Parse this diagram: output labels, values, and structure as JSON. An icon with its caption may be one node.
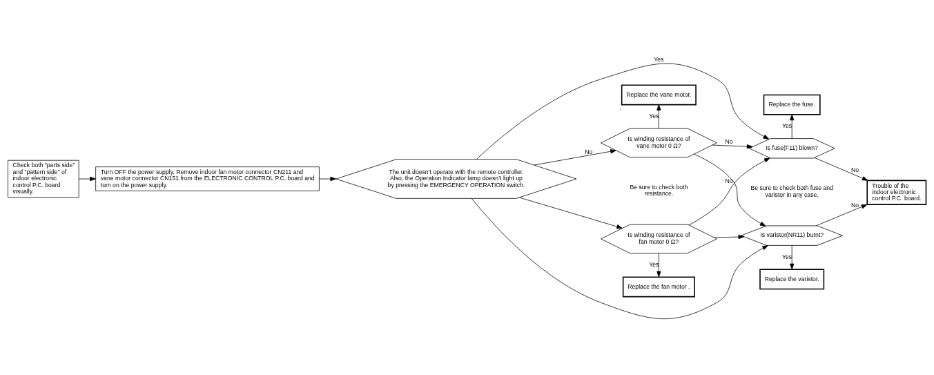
{
  "diagram": {
    "nodes": [
      {
        "text": [
          "Check both “parts side” and “pattern side” of indoor electronic control P.C. board visually."
        ]
      },
      {
        "text": [
          "Turn OFF the power supply. Remove indoor fan motor connector CN211 and vane motor connector CN151 from the ELECTRONIC CONTROL P.C. board and turn on the power supply."
        ]
      },
      {
        "text": [
          "The unit doesn’t operate with the remote controller. Also, the Operation Indicator lamp doesn’t light up by pressing the EMERGENCY OPERATION switch."
        ]
      },
      {
        "text": [
          "Replace the vane motor."
        ],
        "beside": [
          "."
        ]
      },
      {
        "text": [
          "Is winding resistance of vane motor 0 Ω?"
        ]
      },
      {
        "text": [
          "Is winding resistance of fan motor 0 Ω?"
        ]
      },
      {
        "text": [
          "Replace the fan motor ."
        ]
      },
      {
        "text": [
          "Replace the fuse."
        ]
      },
      {
        "text": [
          "Is fuse(F11) blown?"
        ]
      },
      {
        "text": [
          "Is varistor(NR11) burnt?"
        ]
      },
      {
        "text": [
          "Replace the varistor."
        ]
      },
      {
        "text": [
          "Trouble of the indoor electronic control P.C. board."
        ]
      }
    ],
    "edges": [
      {
        "from": 0,
        "to": 1,
        "arrow": "to"
      },
      {
        "from": 1,
        "to": 2,
        "arrow": "to"
      },
      {
        "from": 2,
        "to": 4,
        "arrow": "to",
        "label": "No"
      },
      {
        "from": 2,
        "to": 5,
        "arrow": "to"
      },
      {
        "from": 4,
        "to": 3,
        "arrow": "to",
        "label": "Yes"
      },
      {
        "from": 5,
        "to": 6,
        "arrow": "to",
        "label": "Yes"
      },
      {
        "from": 2,
        "to": 8,
        "arrow": "to",
        "label": "Yes"
      },
      {
        "from": 2,
        "to": 9,
        "arrow": "to"
      },
      {
        "from": 4,
        "to": 8,
        "arrow": "to",
        "label": "No"
      },
      {
        "from": 4,
        "to": 9,
        "arrow": "to"
      },
      {
        "from": 5,
        "to": 8,
        "arrow": "to",
        "label": "No"
      },
      {
        "from": 5,
        "to": 9,
        "arrow": "to"
      },
      {
        "from": 8,
        "to": 7,
        "arrow": "to",
        "label": "Yes"
      },
      {
        "from": 9,
        "to": 10,
        "arrow": "to",
        "label": "Yes"
      },
      {
        "from": 8,
        "to": 11,
        "arrow": "to",
        "label": "No"
      },
      {
        "from": 9,
        "to": 11,
        "arrow": "to",
        "label": "No"
      }
    ],
    "labels": [
      "Be sure to check both resistance.",
      "Be sure to check both fuse and varistor in any case."
    ]
  }
}
